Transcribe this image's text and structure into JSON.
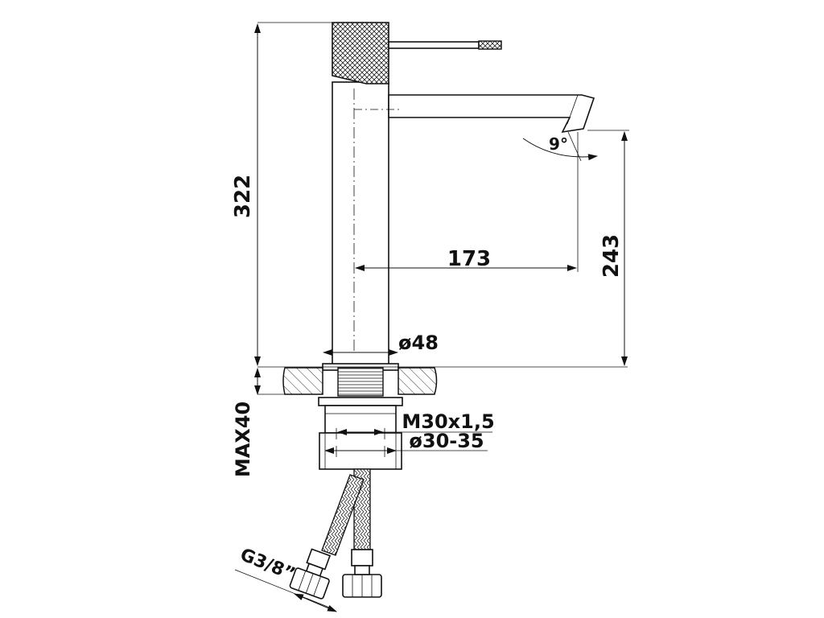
{
  "dimensions": {
    "height_total": "322",
    "spout_reach": "173",
    "spout_height": "243",
    "spout_angle": "9°",
    "body_diameter": "ø48",
    "max_thickness": "MAX40",
    "thread": "M30x1,5",
    "hole_diameter": "ø30-35",
    "hose_connection": "G3/8”"
  }
}
